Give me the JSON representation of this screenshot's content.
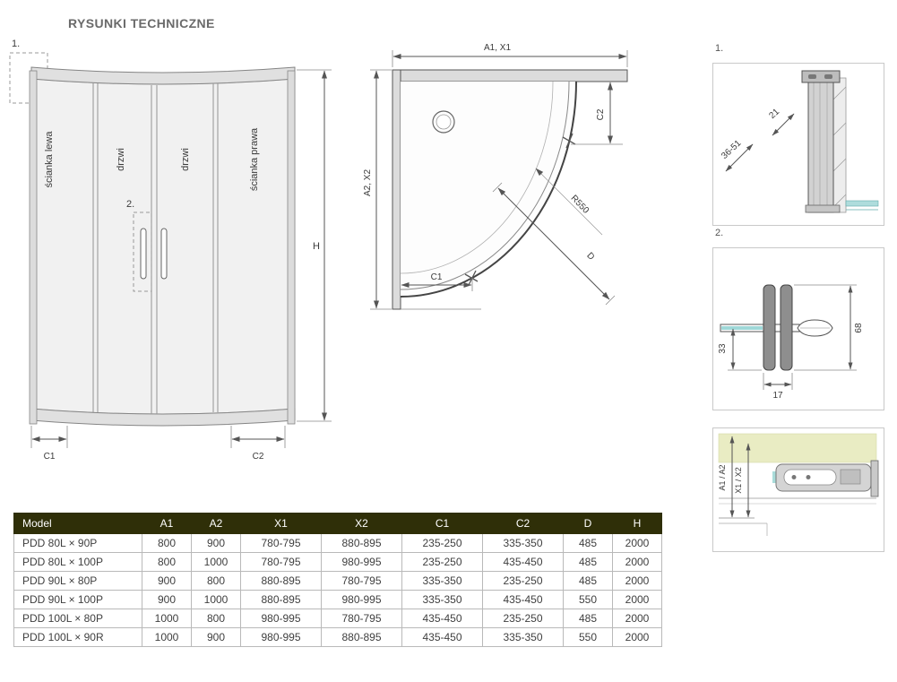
{
  "page": {
    "title": "RYSUNKI TECHNICZNE"
  },
  "front_view": {
    "marker_1": "1.",
    "marker_2": "2.",
    "panel_labels": [
      "ścianka lewa",
      "drzwi",
      "drzwi",
      "ścianka prawa"
    ],
    "dim_h": "H",
    "dim_c1": "C1",
    "dim_c2": "C2"
  },
  "top_view": {
    "dim_a1_x1": "A1, X1",
    "dim_a2_x2": "A2, X2",
    "dim_c1": "C1",
    "dim_c2": "C2",
    "dim_radius": "R550",
    "dim_d": "D"
  },
  "detail_1": {
    "label": "1.",
    "dim_depth": "21",
    "dim_range": "36-51"
  },
  "detail_2": {
    "label": "2.",
    "dim_height": "68",
    "dim_offset": "33",
    "dim_width": "17"
  },
  "detail_3": {
    "label_a": "A1 / A2",
    "label_x": "X1 / X2"
  },
  "table": {
    "headers": [
      "Model",
      "A1",
      "A2",
      "X1",
      "X2",
      "C1",
      "C2",
      "D",
      "H"
    ],
    "rows": [
      [
        "PDD 80L × 90P",
        "800",
        "900",
        "780-795",
        "880-895",
        "235-250",
        "335-350",
        "485",
        "2000"
      ],
      [
        "PDD 80L × 100P",
        "800",
        "1000",
        "780-795",
        "980-995",
        "235-250",
        "435-450",
        "485",
        "2000"
      ],
      [
        "PDD 90L × 80P",
        "900",
        "800",
        "880-895",
        "780-795",
        "335-350",
        "235-250",
        "485",
        "2000"
      ],
      [
        "PDD 90L × 100P",
        "900",
        "1000",
        "880-895",
        "980-995",
        "335-350",
        "435-450",
        "550",
        "2000"
      ],
      [
        "PDD 100L × 80P",
        "1000",
        "800",
        "980-995",
        "780-795",
        "435-450",
        "235-250",
        "485",
        "2000"
      ],
      [
        "PDD 100L × 90R",
        "1000",
        "900",
        "980-995",
        "880-895",
        "435-450",
        "335-350",
        "550",
        "2000"
      ]
    ]
  },
  "colors": {
    "table_header_bg": "#2f2f08",
    "glass_teal": "#9fd8d8",
    "profile_yellow": "#e9ecc3"
  }
}
